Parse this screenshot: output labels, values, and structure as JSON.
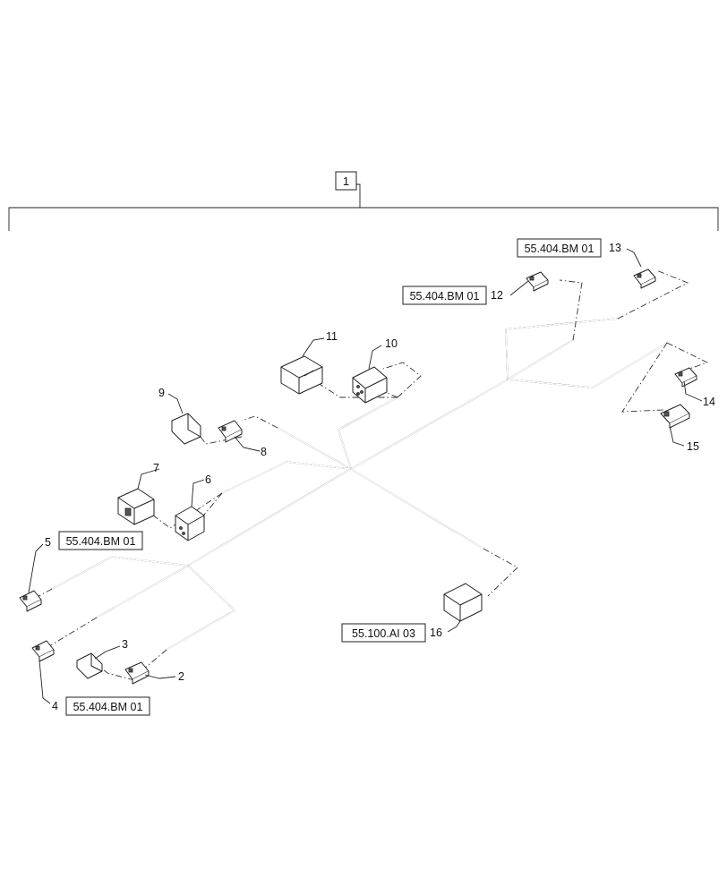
{
  "assembly": {
    "item_number": "1"
  },
  "items": [
    {
      "id": "2",
      "label": "2"
    },
    {
      "id": "3",
      "label": "3"
    },
    {
      "id": "4",
      "label": "4"
    },
    {
      "id": "5",
      "label": "5"
    },
    {
      "id": "6",
      "label": "6"
    },
    {
      "id": "7",
      "label": "7"
    },
    {
      "id": "8",
      "label": "8"
    },
    {
      "id": "9",
      "label": "9"
    },
    {
      "id": "10",
      "label": "10"
    },
    {
      "id": "11",
      "label": "11"
    },
    {
      "id": "12",
      "label": "12"
    },
    {
      "id": "13",
      "label": "13"
    },
    {
      "id": "14",
      "label": "14"
    },
    {
      "id": "15",
      "label": "15"
    },
    {
      "id": "16",
      "label": "16"
    }
  ],
  "references": {
    "ref_13": "55.404.BM 01",
    "ref_12": "55.404.BM 01",
    "ref_5": "55.404.BM 01",
    "ref_4": "55.404.BM 01",
    "ref_16": "55.100.AI 03"
  }
}
